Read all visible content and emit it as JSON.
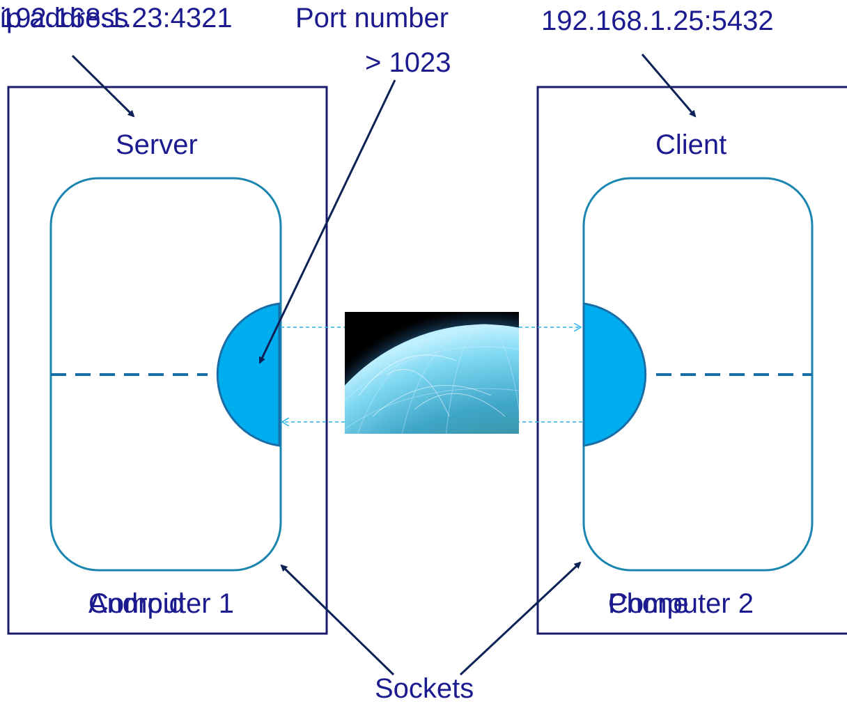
{
  "labels": {
    "left_ip_a": "ip address",
    "left_ip_b": "192.168.1.23:4321",
    "port_line1": "Port number",
    "port_line2": "> 1023",
    "right_ip": "192.168.1.25:5432",
    "server": "Server",
    "client": "Client",
    "left_bottom_a": "Computer 1",
    "left_bottom_b": "Android",
    "right_bottom_a": "Computer 2",
    "right_bottom_b": "Phone",
    "sockets": "Sockets"
  },
  "colors": {
    "box_border": "#1b1b6b",
    "app_border": "#1a86b0",
    "socket_fill": "#00aeef",
    "socket_stroke": "#1a6ea8",
    "text": "#1b1b8f",
    "arrow": "#0c2155",
    "link_dashes": "#2ab4ec"
  },
  "image": {
    "icon": "globe-network-image"
  }
}
